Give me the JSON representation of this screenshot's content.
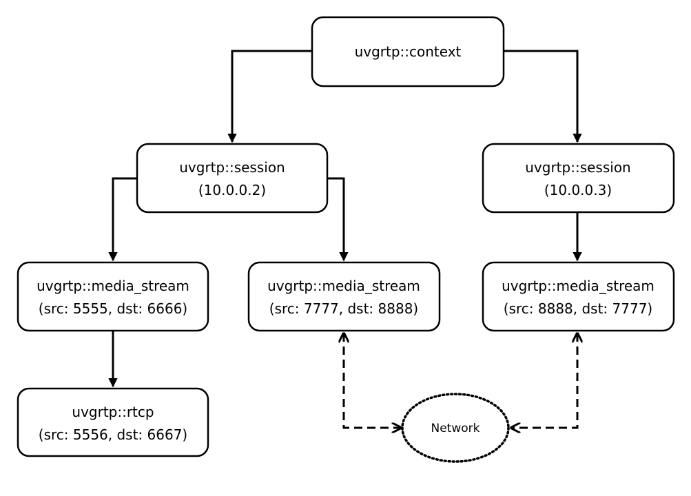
{
  "diagram": {
    "context": {
      "line1": "uvgrtp::context"
    },
    "session_a": {
      "line1": "uvgrtp::session",
      "line2": "(10.0.0.2)"
    },
    "session_b": {
      "line1": "uvgrtp::session",
      "line2": "(10.0.0.3)"
    },
    "stream_a1": {
      "line1": "uvgrtp::media_stream",
      "line2": "(src: 5555, dst: 6666)"
    },
    "stream_a2": {
      "line1": "uvgrtp::media_stream",
      "line2": "(src: 7777, dst: 8888)"
    },
    "stream_b1": {
      "line1": "uvgrtp::media_stream",
      "line2": "(src: 8888, dst: 7777)"
    },
    "rtcp": {
      "line1": "uvgrtp::rtcp",
      "line2": "(src: 5556, dst: 6667)"
    },
    "network": {
      "label": "Network"
    }
  }
}
